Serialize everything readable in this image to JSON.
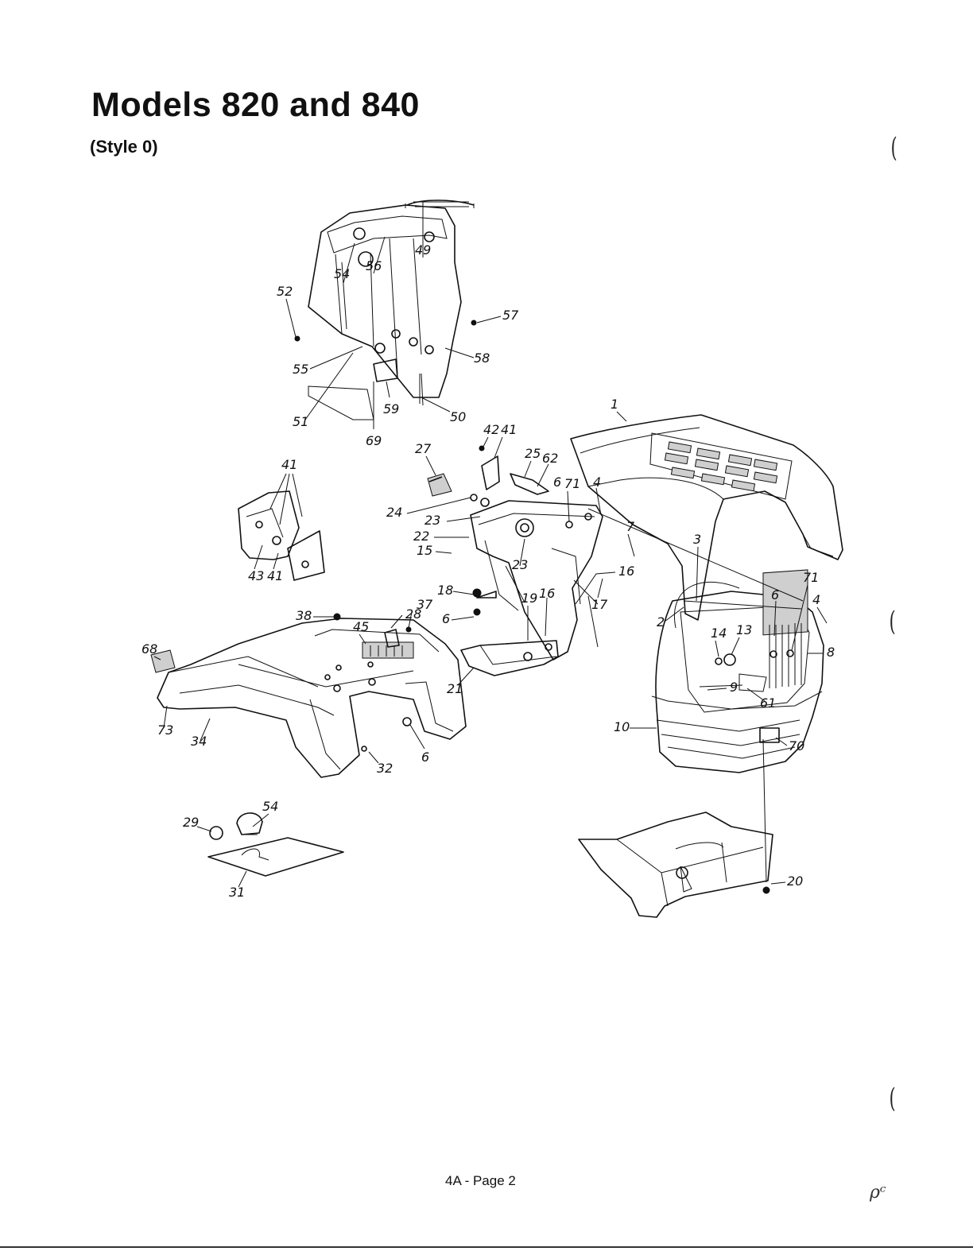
{
  "header": {
    "title": "Models 820 and 840",
    "subtitle": "(Style 0)"
  },
  "footer": {
    "page_label": "4A - Page 2"
  },
  "margin_marks": [
    "(",
    "(",
    "("
  ],
  "corner_scrawl": "ρᶜ",
  "diagram": {
    "callouts": [
      "1",
      "2",
      "3",
      "4",
      "4",
      "6",
      "6",
      "6",
      "6",
      "7",
      "8",
      "9",
      "10",
      "13",
      "14",
      "15",
      "16",
      "16",
      "17",
      "18",
      "19",
      "20",
      "21",
      "22",
      "23",
      "23",
      "24",
      "25",
      "27",
      "28",
      "29",
      "31",
      "32",
      "34",
      "37",
      "38",
      "41",
      "41",
      "41",
      "42",
      "43",
      "45",
      "49",
      "50",
      "51",
      "52",
      "54",
      "54",
      "55",
      "56",
      "57",
      "58",
      "59",
      "61",
      "62",
      "68",
      "69",
      "70",
      "71",
      "71",
      "73"
    ]
  }
}
